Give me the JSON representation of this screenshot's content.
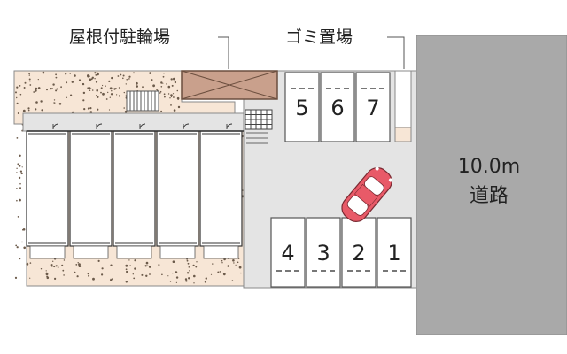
{
  "labels": {
    "covered_bicycle_parking": "屋根付駐輪場",
    "garbage_area": "ゴミ置場",
    "road_width": "10.0m",
    "road_name": "道路"
  },
  "parking_spaces": {
    "upper": [
      "5",
      "6",
      "7"
    ],
    "lower": [
      "4",
      "3",
      "2",
      "1"
    ]
  },
  "colors": {
    "road": "#a9a9a9",
    "lot": "#e4e4e4",
    "garden": "#f7e6d6",
    "garden_dots": "#6b5a4a",
    "bike_roof": "#c9a08c",
    "car": "#e85a68",
    "outline": "#8a8a8a"
  },
  "icons": {
    "car": "car-icon",
    "stairs": "stairs-icon",
    "grid": "grating-icon"
  }
}
